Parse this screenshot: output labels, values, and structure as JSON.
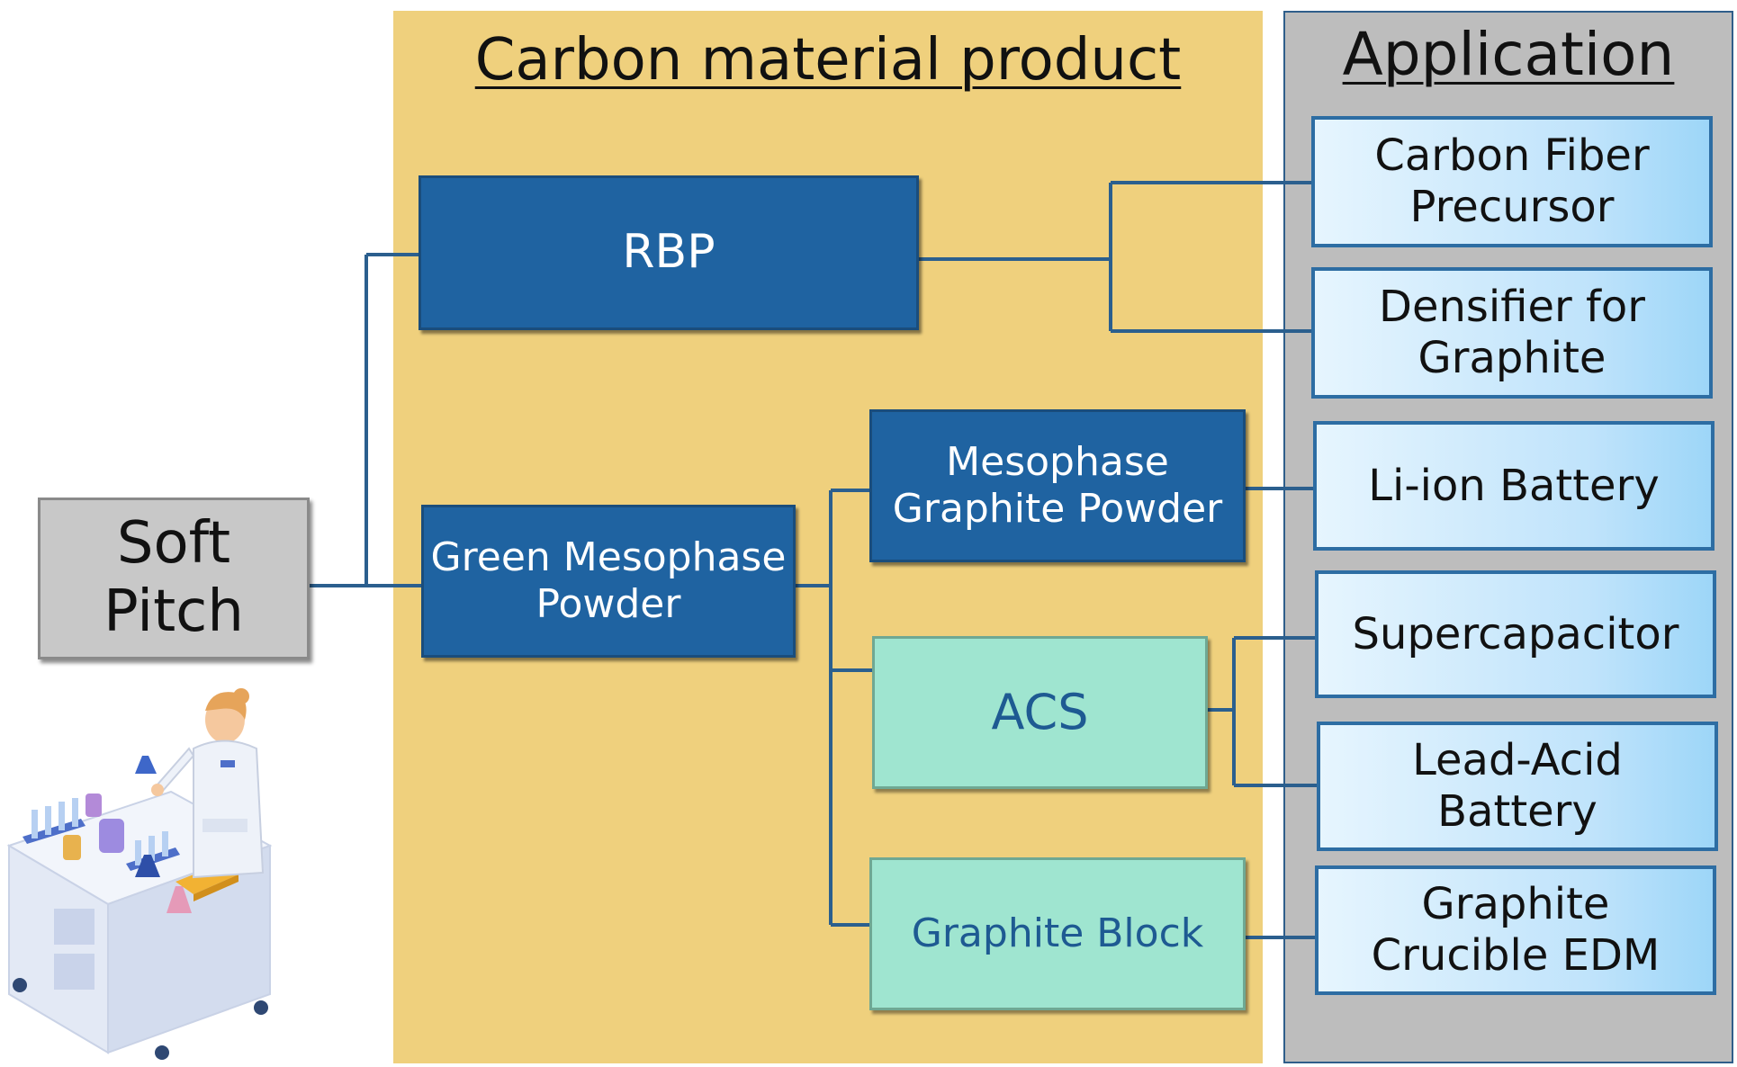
{
  "colors": {
    "product_panel": "#EFD07D",
    "application_panel": "#BDBDBD",
    "dark_box": "#1F63A1",
    "mint_box": "#9FE5D0",
    "mint_text": "#1E5A92",
    "app_box": "#BFE3FB",
    "connector": "#2B5F8E",
    "source_box": "#C8C8C8"
  },
  "panels": {
    "product_title": "Carbon material product",
    "application_title": "Application"
  },
  "source": {
    "label": "Soft\nPitch"
  },
  "products": {
    "rbp": "RBP",
    "green_mesophase_powder": "Green Mesophase\nPowder",
    "mesophase_graphite_powder": "Mesophase\nGraphite Powder",
    "acs": "ACS",
    "graphite_block": "Graphite Block"
  },
  "applications": {
    "carbon_fiber_precursor": "Carbon Fiber\nPrecursor",
    "densifier_for_graphite": "Densifier for\nGraphite",
    "li_ion_battery": "Li-ion Battery",
    "supercapacitor": "Supercapacitor",
    "lead_acid_battery": "Lead-Acid\nBattery",
    "graphite_crucible_edm": "Graphite\nCrucible EDM"
  },
  "illustration": {
    "icon": "lab-scientist-illustration"
  }
}
